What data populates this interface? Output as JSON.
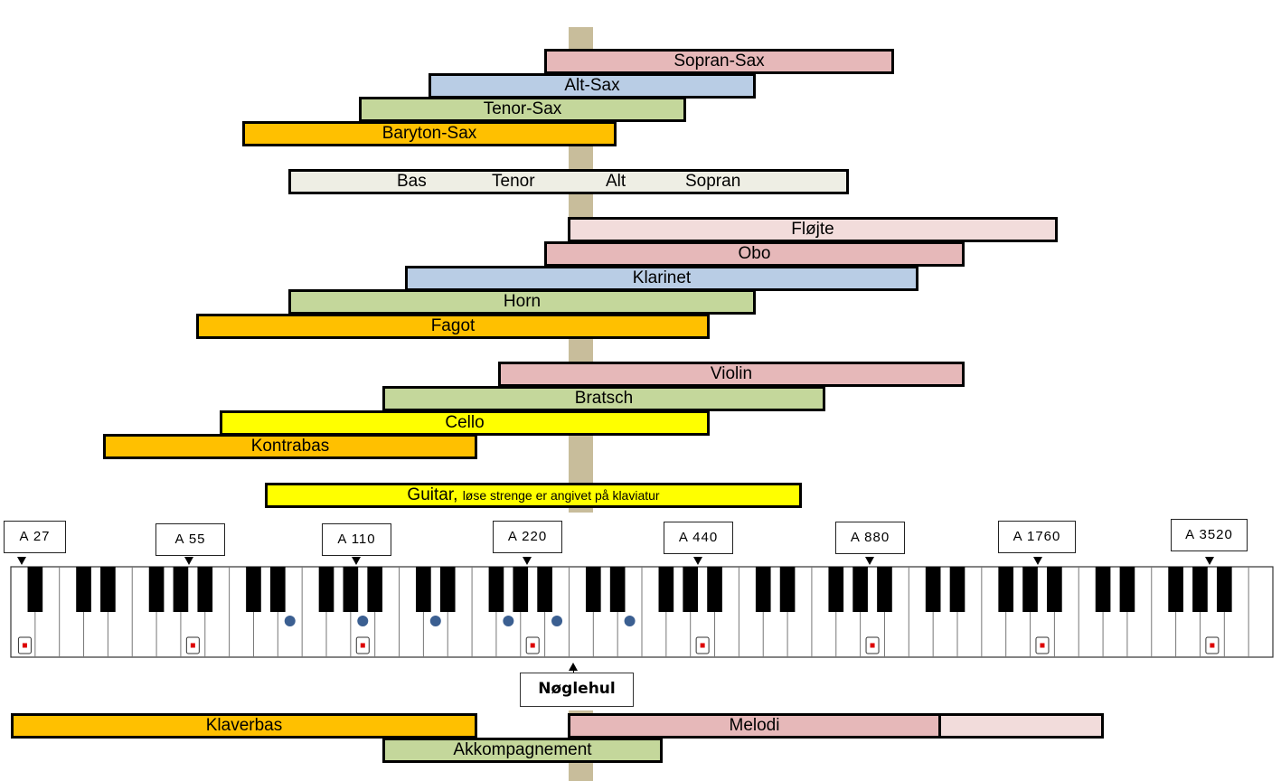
{
  "saxophones": [
    {
      "label": "Sopran-Sax",
      "color": "#e6b8b9"
    },
    {
      "label": "Alt-Sax",
      "color": "#b9cde5"
    },
    {
      "label": "Tenor-Sax",
      "color": "#c4d79b"
    },
    {
      "label": "Baryton-Sax",
      "color": "#ffc000"
    }
  ],
  "voices": {
    "color": "#eeeee4",
    "labels": [
      "Bas",
      "Tenor",
      "Alt",
      "Sopran"
    ]
  },
  "winds": [
    {
      "label": "Fløjte",
      "color": "#f2dcdb"
    },
    {
      "label": "Obo",
      "color": "#e6b8b9"
    },
    {
      "label": "Klarinet",
      "color": "#b9cde5"
    },
    {
      "label": "Horn",
      "color": "#c4d79b"
    },
    {
      "label": "Fagot",
      "color": "#ffc000"
    }
  ],
  "strings": [
    {
      "label": "Violin",
      "color": "#e6b8b9"
    },
    {
      "label": "Bratsch",
      "color": "#c4d79b"
    },
    {
      "label": "Cello",
      "color": "#ffff00"
    },
    {
      "label": "Kontrabas",
      "color": "#ffc000"
    }
  ],
  "guitar": {
    "label": "Guitar,",
    "note": "løse strenge er angivet på klaviatur",
    "color": "#ffff00"
  },
  "a_tags": [
    "A 27",
    "A 55",
    "A 110",
    "A 220",
    "A 440",
    "A 880",
    "A 1760",
    "A 3520"
  ],
  "keyhole_label": "Nøglehul",
  "piano_parts": [
    {
      "label": "Klaverbas",
      "color": "#ffc000"
    },
    {
      "label": "Melodi",
      "color": "#e6b8b9"
    },
    {
      "label": "Akkompagnement",
      "color": "#c4d79b"
    }
  ],
  "melody_extension_color": "#f2dcdb",
  "keyboard_colors": {
    "blue_dot": "#3b5f91",
    "red_marker": "#dd0000"
  }
}
